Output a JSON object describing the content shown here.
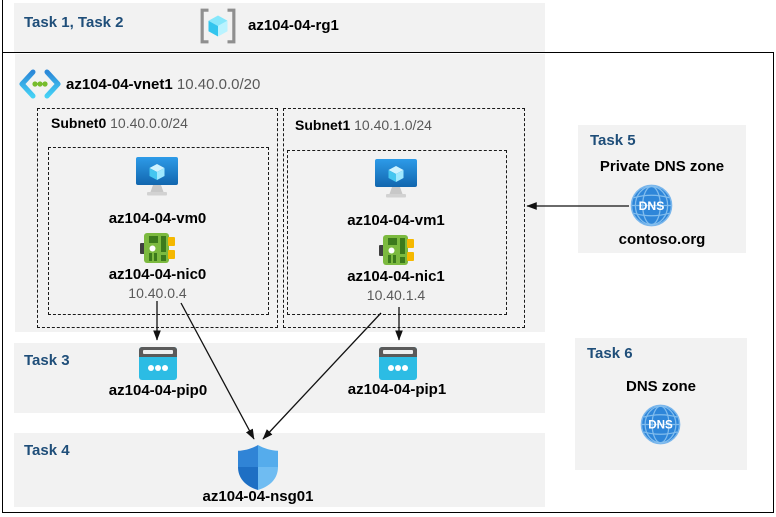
{
  "header": {
    "task_label": "Task 1, Task 2",
    "rg_name": "az104-04-rg1"
  },
  "vnet": {
    "name": "az104-04-vnet1",
    "cidr": "10.40.0.0/20"
  },
  "subnets": [
    {
      "name": "Subnet0",
      "cidr": "10.40.0.0/24",
      "vm": "az104-04-vm0",
      "nic": "az104-04-nic0",
      "ip": "10.40.0.4"
    },
    {
      "name": "Subnet1",
      "cidr": "10.40.1.0/24",
      "vm": "az104-04-vm1",
      "nic": "az104-04-nic1",
      "ip": "10.40.1.4"
    }
  ],
  "task3": {
    "label": "Task 3",
    "pips": [
      "az104-04-pip0",
      "az104-04-pip1"
    ]
  },
  "task4": {
    "label": "Task 4",
    "nsg": "az104-04-nsg01"
  },
  "task5": {
    "label": "Task 5",
    "title": "Private DNS zone",
    "zone": "contoso.org",
    "icon_text": "DNS"
  },
  "task6": {
    "label": "Task 6",
    "title": "DNS zone",
    "icon_text": "DNS"
  },
  "colors": {
    "task_heading": "#1F4E79",
    "panel_gray": "#F2F2F2",
    "muted_text": "#595959",
    "pip_cyan": "#2CBCE4",
    "nic_green": "#7CBA3F",
    "vm_blue": "#1E7FD0",
    "dns_blue": "#2E86D9"
  }
}
